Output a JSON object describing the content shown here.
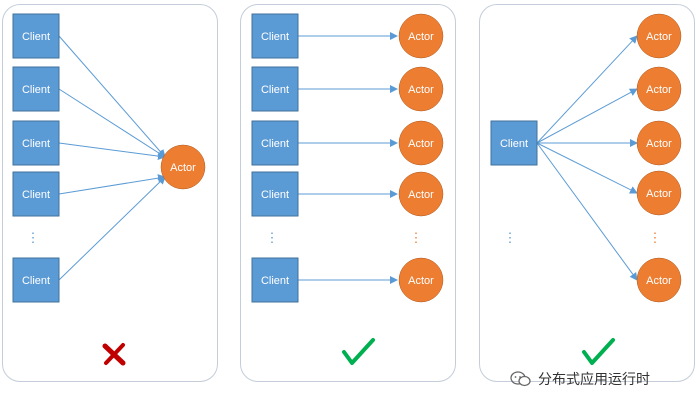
{
  "labels": {
    "client": "Client",
    "actor": "Actor",
    "ellipsis": "⋮"
  },
  "panels": [
    {
      "id": "many-to-one",
      "verdict": "wrong"
    },
    {
      "id": "one-to-one",
      "verdict": "right"
    },
    {
      "id": "one-to-many",
      "verdict": "right"
    }
  ],
  "watermark": {
    "text": "分布式应用运行时",
    "icon": "wechat-icon"
  },
  "colors": {
    "client_fill": "#5b9bd5",
    "actor_fill": "#ed7d31",
    "arrow": "#5b9bd5",
    "cross": "#c00000",
    "check": "#00b050",
    "panel_border": "#c4cdd9"
  }
}
